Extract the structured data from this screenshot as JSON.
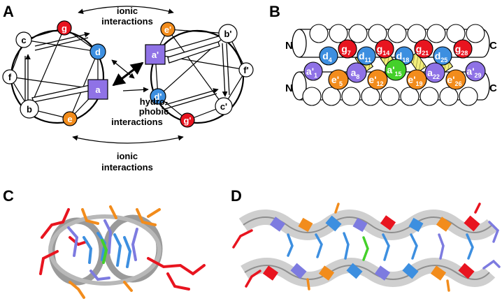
{
  "colors": {
    "g": "#e8141f",
    "d": "#3d8fe0",
    "e": "#f28c1c",
    "a": "#8f72e6",
    "a_prime_center": "#44d02a",
    "hydrophobic_box": "#f3ee7a",
    "white": "#ffffff"
  },
  "panel_labels": [
    "A",
    "B",
    "C",
    "D"
  ],
  "panel_a": {
    "top_annotation": [
      "ionic",
      "interactions"
    ],
    "middle_annotation": [
      "hydro-",
      "phobic",
      "interactions"
    ],
    "bottom_annotation": [
      "ionic",
      "interactions"
    ],
    "left_wheel": [
      "g",
      "d",
      "a",
      "e",
      "b",
      "f",
      "c"
    ],
    "right_wheel": [
      "e'",
      "b'",
      "f'",
      "c'",
      "g'",
      "d'",
      "a'"
    ]
  },
  "panel_b": {
    "terminus_left": [
      "N",
      "N"
    ],
    "terminus_right": [
      "C",
      "C"
    ],
    "top_row": [
      {
        "base": "a'",
        "sub": "1",
        "type": "a"
      },
      {
        "base": "d",
        "sub": "4",
        "type": "d"
      },
      {
        "base": "g",
        "sub": "7",
        "type": "g"
      },
      {
        "base": "d",
        "sub": "11",
        "type": "d"
      },
      {
        "base": "g",
        "sub": "14",
        "type": "g"
      },
      {
        "base": "d",
        "sub": "18",
        "type": "d"
      },
      {
        "base": "g",
        "sub": "21",
        "type": "g"
      },
      {
        "base": "d",
        "sub": "25",
        "type": "d"
      },
      {
        "base": "g",
        "sub": "28",
        "type": "g"
      }
    ],
    "bottom_row": [
      {
        "base": "e'",
        "sub": "5",
        "type": "e"
      },
      {
        "base": "a",
        "sub": "8",
        "type": "a"
      },
      {
        "base": "e'",
        "sub": "12",
        "type": "e"
      },
      {
        "base": "a'",
        "sub": "15",
        "type": "a_center"
      },
      {
        "base": "e'",
        "sub": "19",
        "type": "e"
      },
      {
        "base": "a",
        "sub": "22",
        "type": "a"
      },
      {
        "base": "e'",
        "sub": "26",
        "type": "e"
      },
      {
        "base": "a'",
        "sub": "29",
        "type": "a"
      }
    ]
  }
}
